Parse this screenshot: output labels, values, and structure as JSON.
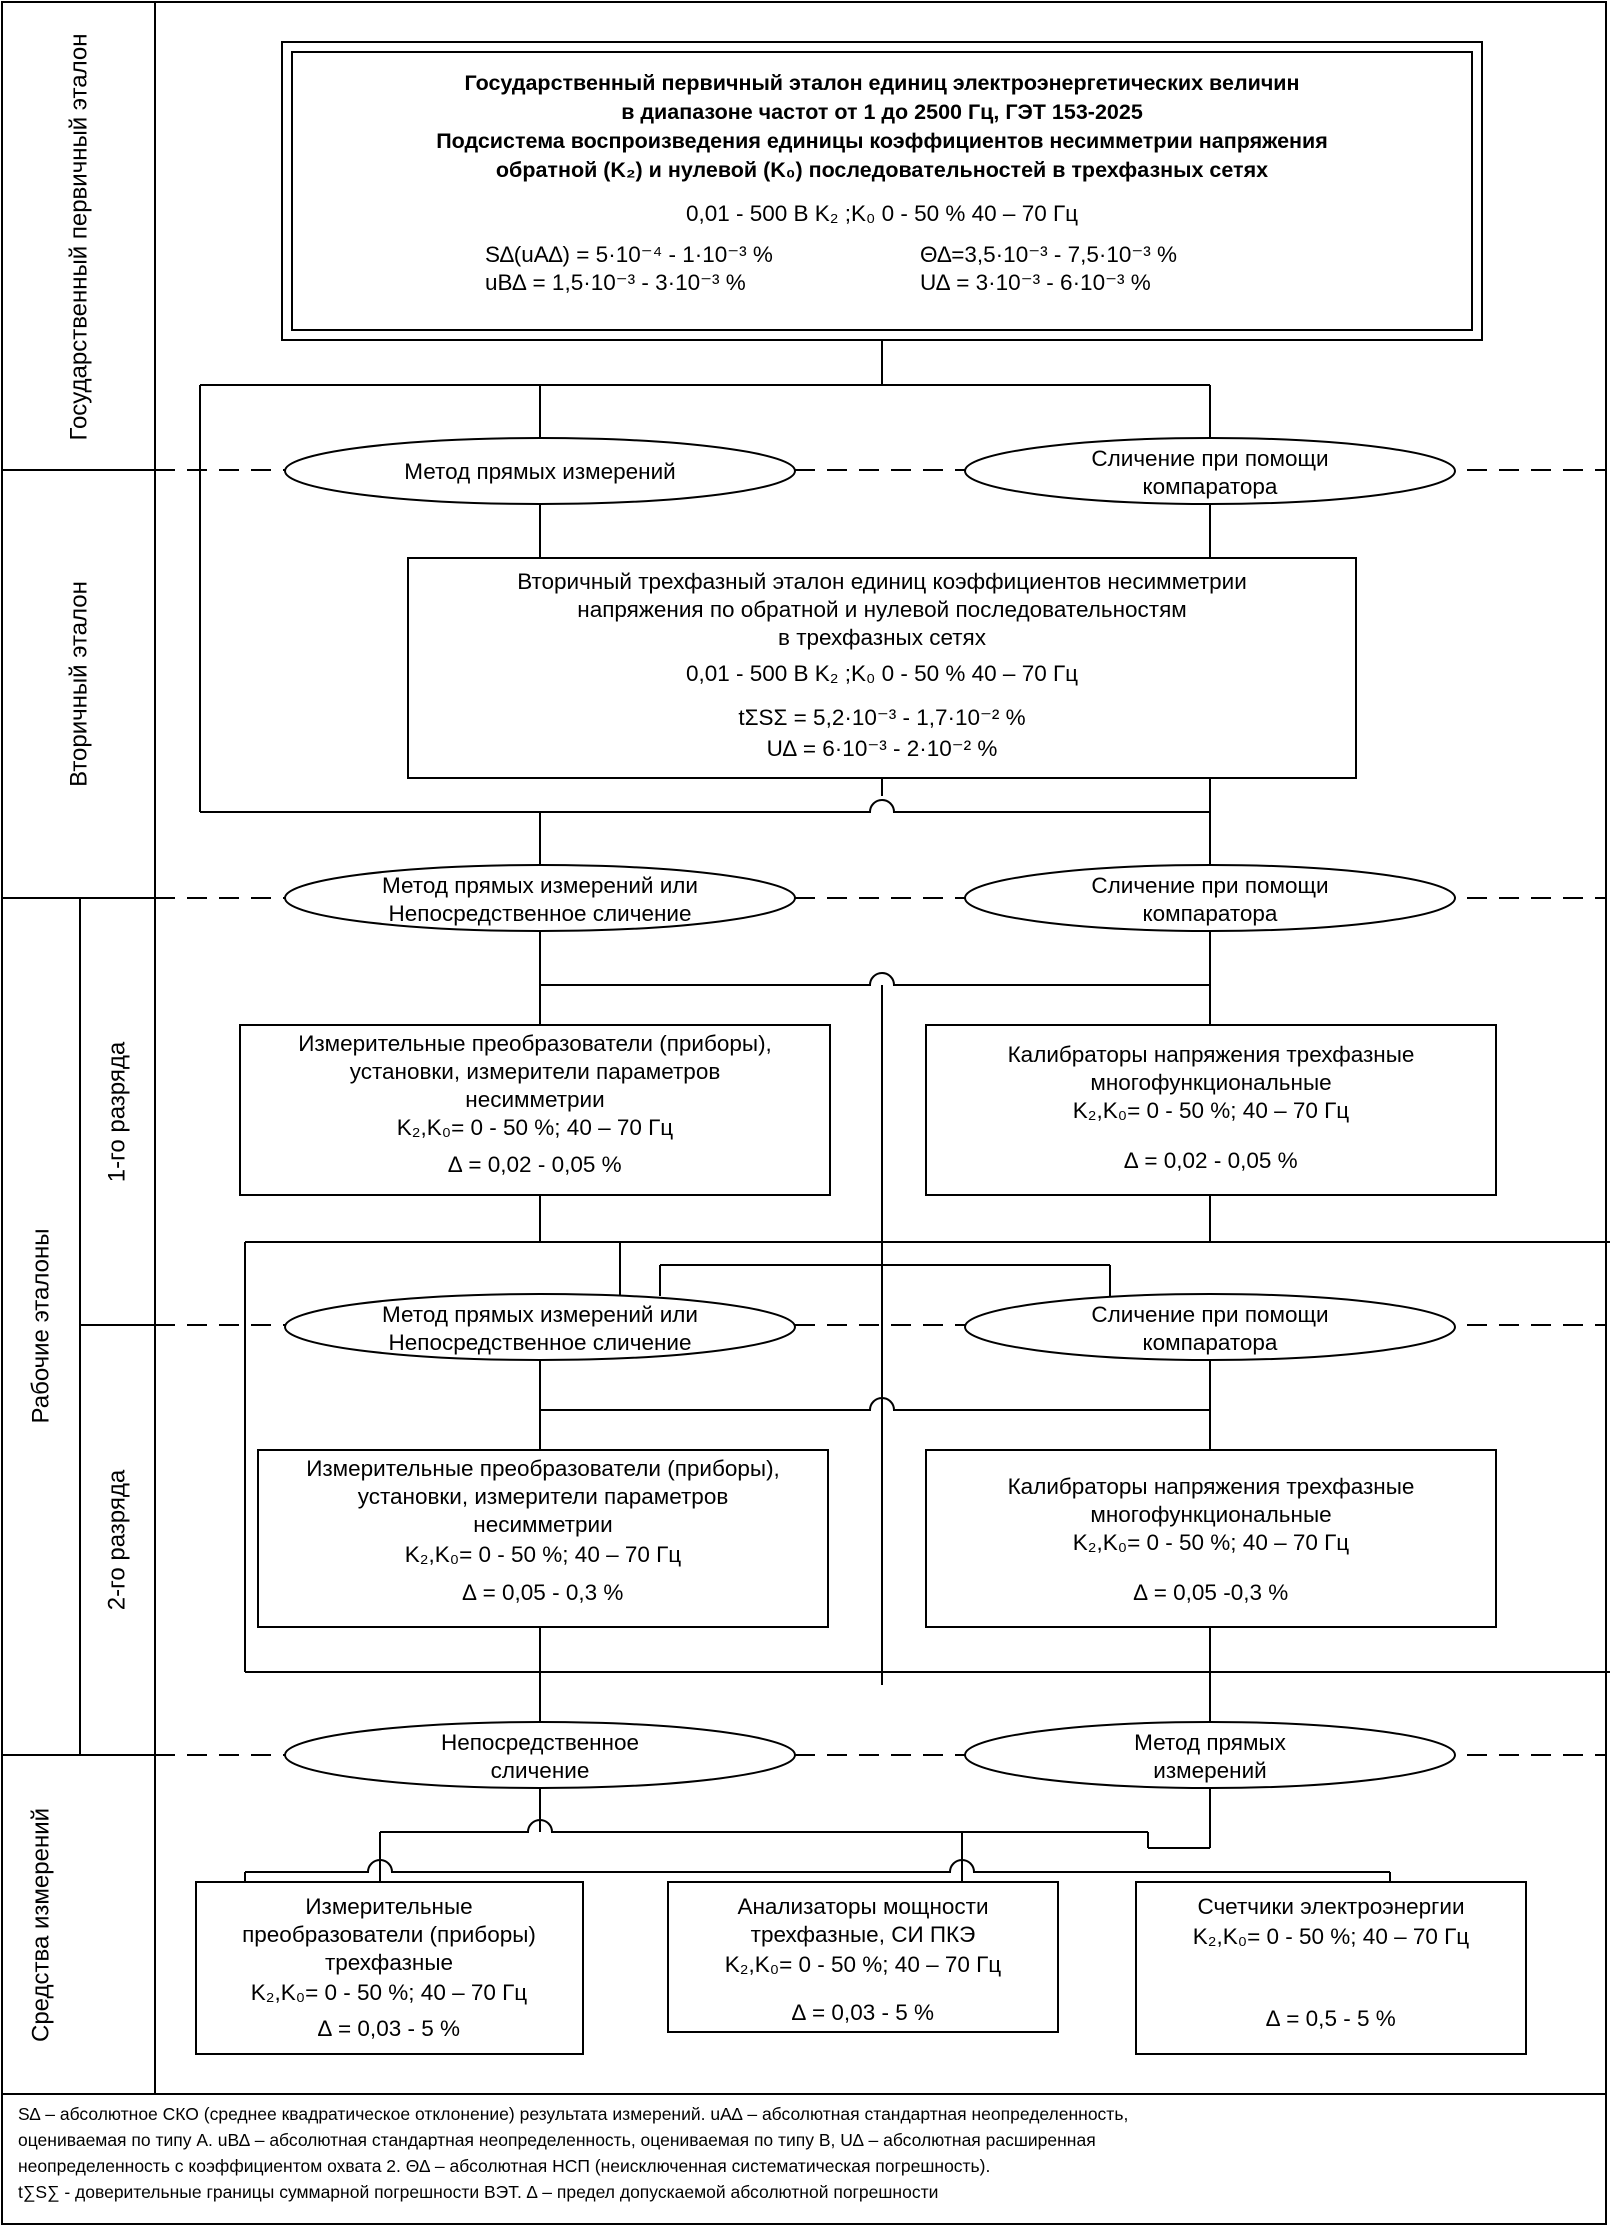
{
  "sidebar": {
    "state_primary": "Государственный первичный эталон",
    "secondary": "Вторичный эталон",
    "working": "Рабочие эталоны",
    "grade1": "1-го разряда",
    "grade2": "2-го разряда",
    "instruments": "Средства измерений"
  },
  "primary": {
    "title": [
      "Государственный первичный эталон единиц электроэнергетических величин",
      "в диапазоне частот от 1 до 2500 Гц, ГЭТ 153-2025",
      "Подсистема воспроизведения единицы коэффициентов несимметрии напряжения",
      "обратной (K₂) и нулевой (K₀) последовательностей в трехфазных сетях"
    ],
    "range": "0,01 - 500 В     K₂ ;K₀   0 - 50 %     40 – 70 Гц",
    "params": [
      "S∆(uA∆) = 5·10⁻⁴ - 1·10⁻³  %",
      "Θ∆=3,5·10⁻³ - 7,5·10⁻³  %",
      "uB∆ = 1,5·10⁻³ - 3·10⁻³  %",
      "U∆ = 3·10⁻³ - 6·10⁻³  %"
    ]
  },
  "methods": {
    "level1": [
      "Метод прямых измерений",
      "Сличение при помощи компаратора"
    ],
    "level2": [
      "Метод прямых измерений или Непосредственное сличение",
      "Сличение при помощи компаратора"
    ],
    "level3": [
      "Метод прямых измерений или Непосредственное сличение",
      "Сличение при помощи компаратора"
    ],
    "level4": [
      "Непосредственное сличение",
      "Метод прямых измерений"
    ]
  },
  "secondary": {
    "title": [
      "Вторичный трехфазный эталон единиц коэффициентов несимметрии",
      "напряжения по обратной и нулевой последовательностям",
      "в трехфазных сетях"
    ],
    "range": "0,01 - 500 В     K₂ ;K₀   0 - 50 %     40 – 70 Гц",
    "params": [
      "tΣSΣ = 5,2·10⁻³ - 1,7·10⁻²  %",
      "U∆ = 6·10⁻³ - 2·10⁻²  %"
    ]
  },
  "grade1": {
    "left": [
      "Измерительные преобразователи (приборы),",
      "установки, измерители параметров",
      "несимметрии",
      "K₂,K₀= 0 - 50 %; 40 – 70 Гц",
      "∆ = 0,02 - 0,05 %"
    ],
    "right": [
      "Калибраторы напряжения трехфазные",
      "многофункциональные",
      "K₂,K₀= 0 - 50 %; 40 – 70 Гц",
      "∆ = 0,02 - 0,05 %"
    ]
  },
  "grade2": {
    "left": [
      "Измерительные преобразователи (приборы),",
      "установки, измерители параметров",
      "несимметрии",
      "K₂,K₀= 0 - 50 %; 40 – 70 Гц",
      "∆ = 0,05 - 0,3 %"
    ],
    "right": [
      "Калибраторы напряжения трехфазные",
      "многофункциональные",
      "K₂,K₀= 0 - 50 %; 40 – 70 Гц",
      "∆ = 0,05 -0,3 %"
    ]
  },
  "instruments": {
    "box1": [
      "Измерительные",
      "преобразователи (приборы)",
      "трехфазные",
      "K₂,K₀= 0 - 50 %; 40 – 70 Гц",
      "∆ = 0,03 - 5 %"
    ],
    "box2": [
      "Анализаторы мощности",
      "трехфазные, СИ ПКЭ",
      "K₂,K₀= 0 - 50 %; 40 – 70 Гц",
      "∆ = 0,03 - 5 %"
    ],
    "box3": [
      "Счетчики электроэнергии",
      "K₂,K₀= 0 - 50 %; 40 – 70 Гц",
      "∆ = 0,5 - 5 %"
    ]
  },
  "footnote": [
    "S∆ – абсолютное СКО (среднее квадратическое отклонение) результата измерений. uA∆ – абсолютная стандартная неопределенность,",
    "оцениваемая по типу А. uB∆ – абсолютная стандартная неопределенность, оцениваемая по типу В, U∆ – абсолютная расширенная",
    "неопределенность с коэффициентом охвата 2. Θ∆ – абсолютная НСП (неисключенная систематическая погрешность).",
    "t∑S∑ - доверительные границы суммарной погрешности ВЭТ. ∆ – предел допускаемой абсолютной погрешности"
  ]
}
